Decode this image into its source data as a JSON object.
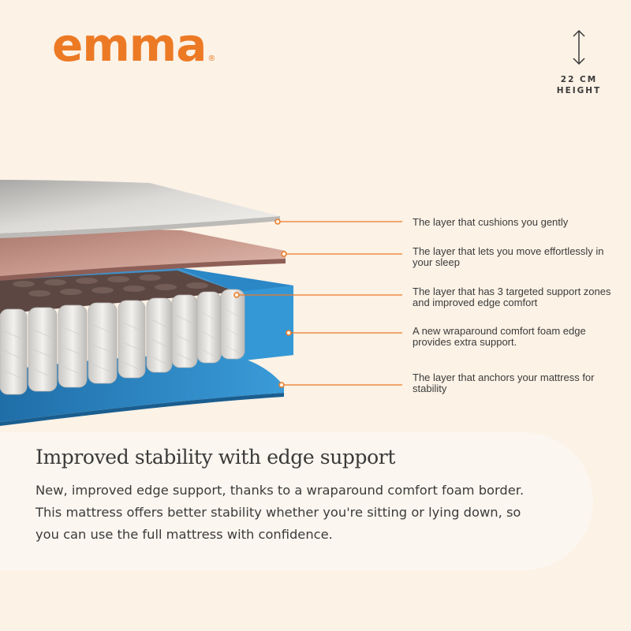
{
  "brand": {
    "name": "emma",
    "registered": "®",
    "color": "#ec7a25"
  },
  "height_badge": {
    "icon": "vertical-double-arrow-icon",
    "value": "22 CM",
    "label": "HEIGHT"
  },
  "layers": [
    {
      "name": "top-comfort-foam",
      "color": "#e6e4e1",
      "callout": "The layer that cushions you gently"
    },
    {
      "name": "airgocell-foam",
      "color": "#c9968a",
      "callout": "The layer that lets you move effortlessly in your sleep"
    },
    {
      "name": "pocket-springs",
      "color": "#e8e6e3",
      "callout": "The layer that has 3 targeted support zones and improved edge comfort"
    },
    {
      "name": "wraparound-foam-edge",
      "color": "#2f8fce",
      "callout": "A new wraparound comfort foam edge provides extra support."
    },
    {
      "name": "base-foam",
      "color": "#2a84c4",
      "callout": "The layer that anchors your mattress for stability"
    }
  ],
  "callout_line_color": "#ec7a25",
  "feature": {
    "headline": "Improved stability with edge support",
    "body": "New, improved edge support, thanks to a wraparound comfort foam border. This mattress offers better stability whether you're sitting or lying down, so you can use the full mattress with confidence."
  }
}
